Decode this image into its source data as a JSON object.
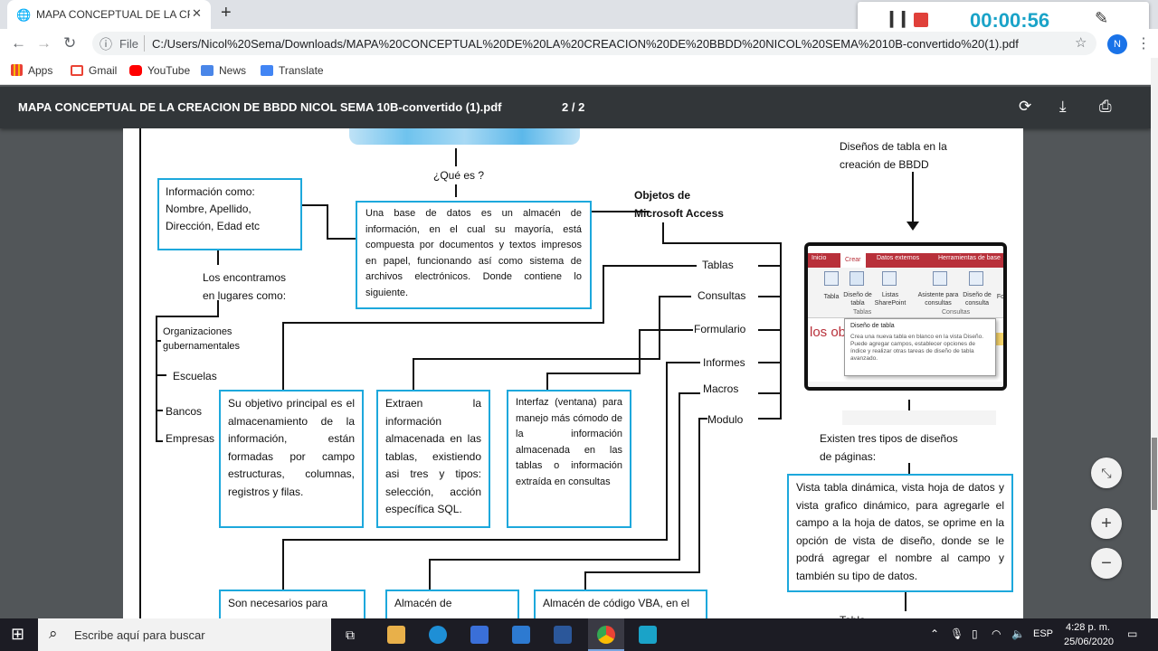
{
  "browser": {
    "tab_title": "MAPA CONCEPTUAL DE LA CREA",
    "tab_close": "✕",
    "new_tab": "+",
    "url_prefix": "File",
    "url": "C:/Users/Nicol%20Sema/Downloads/MAPA%20CONCEPTUAL%20DE%20LA%20CREACION%20DE%20BBDD%20NICOL%20SEMA%2010B-convertido%20(1).pdf",
    "avatar_letter": "N",
    "bookmarks": [
      "Apps",
      "Gmail",
      "YouTube",
      "News",
      "Translate"
    ]
  },
  "recorder": {
    "timer": "00:00:56"
  },
  "pdf_viewer": {
    "title": "MAPA CONCEPTUAL DE LA CREACION DE BBDD NICOL SEMA 10B-convertido (1).pdf",
    "page_indicator": "2 / 2"
  },
  "concept_map": {
    "que_es": "¿Qué es ?",
    "info_box": "Información como: Nombre, Apellido, Dirección, Edad etc",
    "definition": "Una base de datos es un almacén de información, en el cual su mayoría, está compuesta por documentos y textos impresos en papel, funcionando así como sistema de archivos electrónicos. Donde contiene lo siguiente.",
    "objects_heading_1": "Objetos de",
    "objects_heading_2": "Microsoft Access",
    "encontramos_1": "Los encontramos",
    "encontramos_2": "en lugares como:",
    "places": [
      "Organizaciones",
      "gubernamentales",
      "Escuelas",
      "Bancos",
      "Empresas"
    ],
    "objects": [
      "Tablas",
      "Consultas",
      "Formulario",
      "Informes",
      "Macros",
      "Modulo"
    ],
    "box_tablas": "Su objetivo principal es el almacenamiento de la información, están formadas por campo estructuras, columnas, registros y filas.",
    "box_consultas": "Extraen la información almacenada en las tablas, existiendo asi tres y tipos: selección, acción específica SQL.",
    "box_formulario": "Interfaz (ventana) para manejo más cómodo de la información almacenada en las tablas o información extraída en consultas",
    "box_bottom_1": "Son necesarios para",
    "box_bottom_2": "Almacén de",
    "box_bottom_3": "Almacén de código VBA, en el",
    "design_heading_1": "Diseños de tabla en la",
    "design_heading_2": "creación de BBDD",
    "three_types_1": "Existen tres tipos de diseños",
    "three_types_2": "de páginas:",
    "box_design": "Vista tabla dinámica, vista hoja de datos y vista grafico dinámico, para agregarle el campo a la hoja de datos, se oprime en la opción de vista de diseño, donde se le podrá agregar el nombre al campo y también su tipo de datos.",
    "bottom_fragment": "Tabla"
  },
  "access_screenshot": {
    "tabs": [
      "Inicio",
      "Crear",
      "Datos externos",
      "Herramientas de base"
    ],
    "items": [
      "Tabla",
      "Diseño de tabla",
      "Listas SharePoint",
      "Asistente para consultas",
      "Diseño de consulta",
      "Fo"
    ],
    "group_tablas": "Tablas",
    "group_consultas": "Consultas",
    "red_text": "los obj",
    "tooltip_title": "Diseño de tabla",
    "tooltip_body": "Crea una nueva tabla en blanco en la vista Diseño. Puede agregar campos, establecer opciones de índice y realizar otras tareas de diseño de tabla avanzado."
  },
  "taskbar": {
    "search_placeholder": "Escribe aquí para buscar",
    "language": "ESP",
    "time": "4:28 p. m.",
    "date": "25/06/2020"
  },
  "colors": {
    "box_border": "#1da8dc",
    "pdf_toolbar": "#323639",
    "viewer_bg": "#525659",
    "access_red": "#b8303a",
    "timer": "#1aa3c8"
  }
}
